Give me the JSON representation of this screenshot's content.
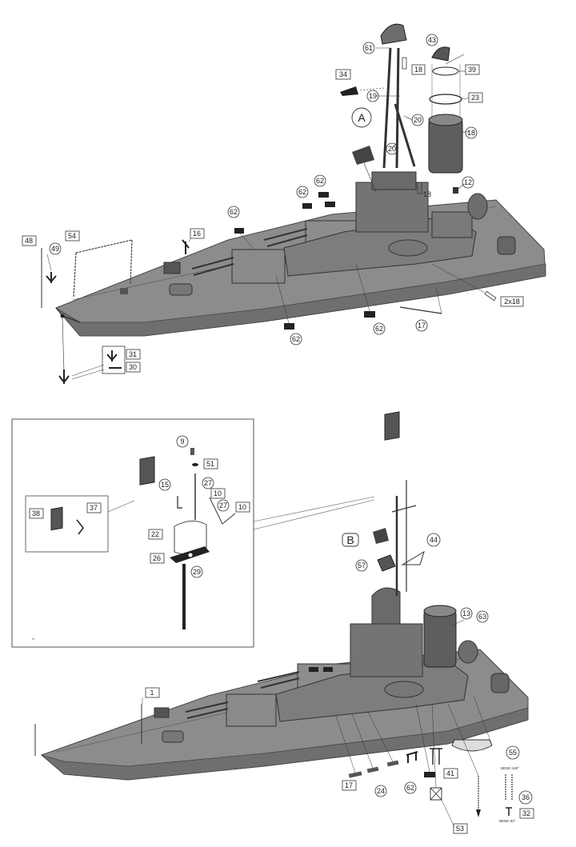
{
  "labels": {
    "l61": "61",
    "l43": "43",
    "l18a": "18",
    "l39": "39",
    "l34": "34",
    "l19": "19",
    "l23": "23",
    "l20a": "20",
    "l20b": "20",
    "l18b": "18",
    "lA": "A",
    "l18c": "18",
    "l12": "12",
    "l62a": "62",
    "l62b": "62",
    "l62c": "62",
    "l48": "48",
    "l49": "49",
    "l54": "54",
    "l16": "16",
    "l2x18": "2x18",
    "l17a": "17",
    "l62d": "62",
    "l62e": "62",
    "l31": "31",
    "l30": "30",
    "l9": "9",
    "l51": "51",
    "l15": "15",
    "l27a": "27",
    "l10a": "10",
    "l27b": "27",
    "l10b": "10",
    "l38": "38",
    "l37": "37",
    "l22": "22",
    "l26": "26",
    "l29": "29",
    "lB": "B",
    "l44": "44",
    "l57": "57",
    "l13": "13",
    "l63": "63",
    "l1": "1",
    "l55": "55",
    "l41": "41",
    "l17b": "17",
    "l24": "24",
    "l62f": "62",
    "l36": "36",
    "l32": "32",
    "l53": "53"
  },
  "notes": {
    "bend180": "BEND 180°",
    "bend90": "BEND 90°"
  },
  "colors": {
    "hull": "#8c8c8c",
    "hull_dark": "#5e5e5e",
    "deck": "#9a9a9a",
    "superstructure": "#7d7d7d",
    "part_dark": "#2a2a2a",
    "line": "#333333"
  }
}
